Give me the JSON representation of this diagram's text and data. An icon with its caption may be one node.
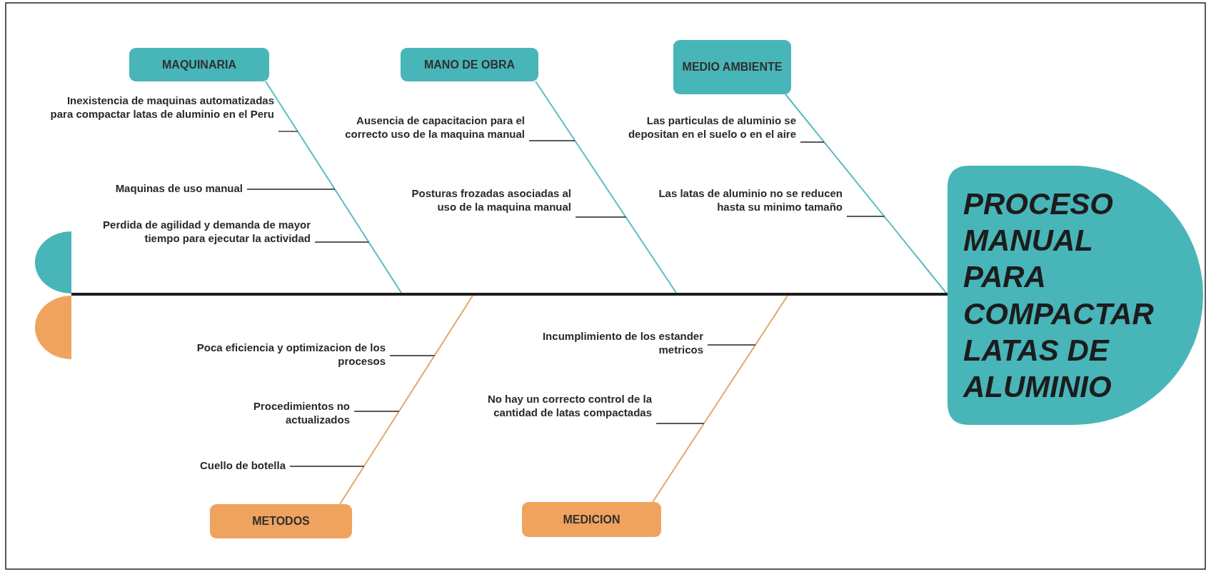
{
  "diagram": {
    "nodes": [
      {
        "text": [
          "MAQUINARIA"
        ]
      },
      {
        "text": [
          "MANO DE OBRA"
        ]
      },
      {
        "text": [
          "MEDIO AMBIENTE"
        ]
      },
      {
        "text": [
          "Inexistencia de maquinas automatizadas para compactar latas de aluminio en el Peru"
        ]
      },
      {
        "text": [
          "Maquinas de uso manual"
        ]
      },
      {
        "text": [
          "Perdida de agilidad y demanda de mayor tiempo para ejecutar la actividad"
        ]
      },
      {
        "text": [
          "Ausencia de capacitacion para el correcto uso de la maquina manual"
        ]
      },
      {
        "text": [
          "Posturas frozadas asociadas al uso de la maquina manual"
        ]
      },
      {
        "text": [
          "Las particulas de aluminio se depositan en el suelo o en el aire"
        ]
      },
      {
        "text": [
          "Las latas de aluminio no se reducen hasta su minimo tamaño"
        ]
      },
      {
        "text": [],
        "shape": "semicircle"
      },
      {
        "text": [],
        "shape": "semicircle"
      },
      {
        "text": [],
        "shape": "bar"
      },
      {
        "text": [
          "PROCESO MANUAL PARA COMPACTAR LATAS DE ALUMINIO"
        ]
      },
      {
        "text": [
          "Poca eficiencia y optimizacion de los procesos"
        ]
      },
      {
        "text": [
          "Procedimientos no actualizados"
        ]
      },
      {
        "text": [
          "Cuello de botella"
        ]
      },
      {
        "text": [
          "Incumplimiento de los estander metricos"
        ]
      },
      {
        "text": [
          "No hay un correcto control de la cantidad de latas compactadas"
        ]
      },
      {
        "text": [
          "METODOS"
        ]
      },
      {
        "text": [
          "MEDICION"
        ]
      }
    ],
    "edges": [
      {
        "from": 0,
        "to": 12,
        "arrow": "none",
        "color": "#5bbcc0"
      },
      {
        "from": 1,
        "to": 12,
        "arrow": "none",
        "color": "#5bbcc0"
      },
      {
        "from": 2,
        "to": 12,
        "arrow": "none",
        "color": "#5bbcc0"
      },
      {
        "from": 19,
        "to": 12,
        "arrow": "none",
        "color": "#e3a765"
      },
      {
        "from": 20,
        "to": 12,
        "arrow": "none",
        "color": "#e3a765"
      },
      {
        "from": 3,
        "to": null,
        "arrow": "none"
      },
      {
        "from": 4,
        "to": null,
        "arrow": "none"
      },
      {
        "from": 5,
        "to": null,
        "arrow": "none"
      },
      {
        "from": 6,
        "to": null,
        "arrow": "none"
      },
      {
        "from": 7,
        "to": null,
        "arrow": "none"
      },
      {
        "from": 8,
        "to": null,
        "arrow": "none"
      },
      {
        "from": 9,
        "to": null,
        "arrow": "none"
      },
      {
        "from": 14,
        "to": null,
        "arrow": "none"
      },
      {
        "from": 15,
        "to": null,
        "arrow": "none"
      },
      {
        "from": 16,
        "to": null,
        "arrow": "none"
      },
      {
        "from": 17,
        "to": null,
        "arrow": "none"
      },
      {
        "from": 18,
        "to": null,
        "arrow": "none"
      }
    ]
  }
}
